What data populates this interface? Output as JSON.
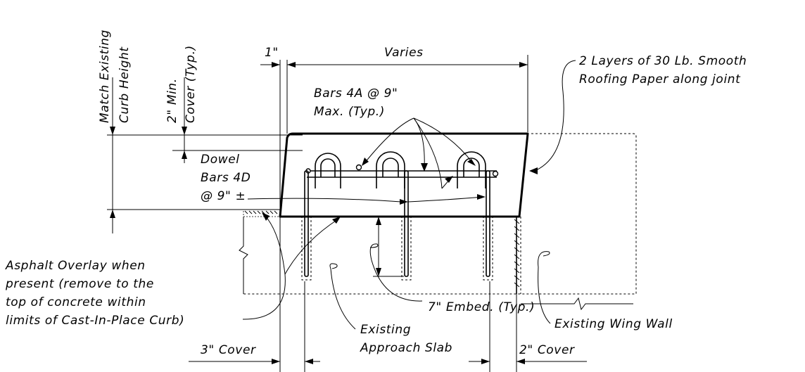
{
  "labels": {
    "match_existing": "Match Existing",
    "curb_height": "Curb Height",
    "min_cover": "2\" Min.",
    "cover_typ": "Cover (Typ.)",
    "one_inch": "1\"",
    "varies": "Varies",
    "roofing_line1": "2 Layers of 30 Lb. Smooth",
    "roofing_line2": "Roofing Paper along joint",
    "bars4a_line1": "Bars 4A @ 9\"",
    "bars4a_line2": "Max. (Typ.)",
    "dowel_line1": "Dowel",
    "dowel_line2": "Bars 4D",
    "dowel_line3": "@ 9\" ±",
    "asphalt_line1": "Asphalt Overlay when",
    "asphalt_line2": "present (remove to the",
    "asphalt_line3": "top of concrete within",
    "asphalt_line4": "limits of Cast-In-Place Curb)",
    "embed": "7\" Embed. (Typ.)",
    "existing_approach_line1": "Existing",
    "existing_approach_line2": "Approach Slab",
    "existing_wing_wall": "Existing Wing Wall",
    "cover_3in": "3\" Cover",
    "cover_2in": "2\" Cover"
  },
  "colors": {
    "ink": "#000000",
    "background": "#ffffff"
  }
}
